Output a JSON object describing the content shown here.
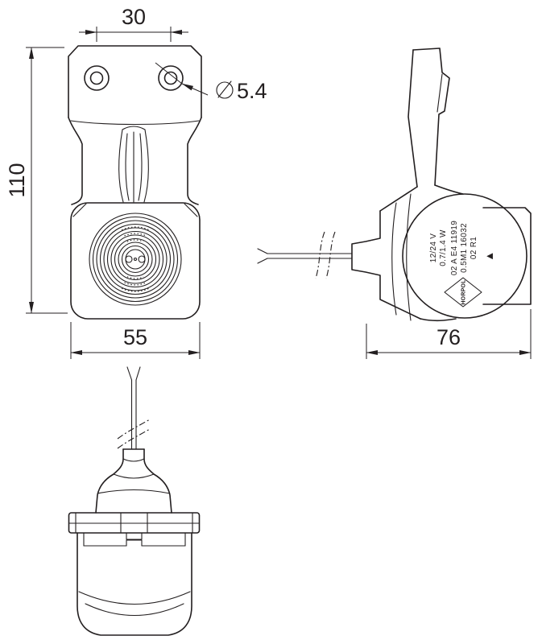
{
  "drawing": {
    "background": "#ffffff",
    "line_color": "#231f20",
    "type": "technical-dimension-drawing"
  },
  "dims": {
    "hole_spacing": "30",
    "height": "110",
    "width_front": "55",
    "depth_side": "76",
    "hole_diameter_value": "5.4"
  },
  "label": {
    "voltage": "12/24 V",
    "power": "0.7/1.4 W",
    "approval_line1": "02 A E4 11919",
    "approval_line2": "0.5M1 16032",
    "approval_line3": "02 R1",
    "brand": "HORPOL",
    "direction_arrow": "◄"
  }
}
